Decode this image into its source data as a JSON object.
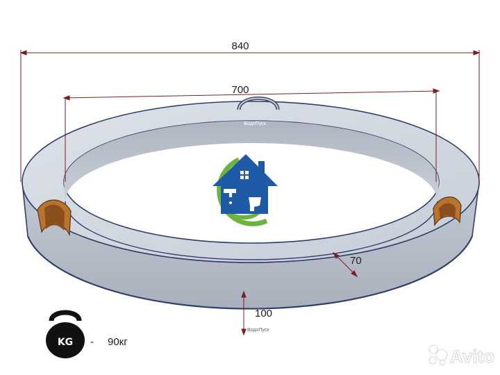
{
  "dimensions": {
    "outer_diameter": "840",
    "inner_diameter": "700",
    "wall_thickness": "70",
    "height": "100"
  },
  "watermark": {
    "top": "ВодоПуск",
    "bottom": "ВодоПуск",
    "site": "Avito"
  },
  "weight": {
    "icon_label": "KG",
    "dash": "-",
    "value": "90кг"
  },
  "colors": {
    "concrete_top": "#cdd3dc",
    "concrete_side": "#b6bdc8",
    "edge_line": "#2f3f6a",
    "dimension_line": "#7a1f1f",
    "lifting_loop": "#b8742f",
    "logo_blue": "#1f5aa6",
    "logo_green": "#6cb33f"
  }
}
